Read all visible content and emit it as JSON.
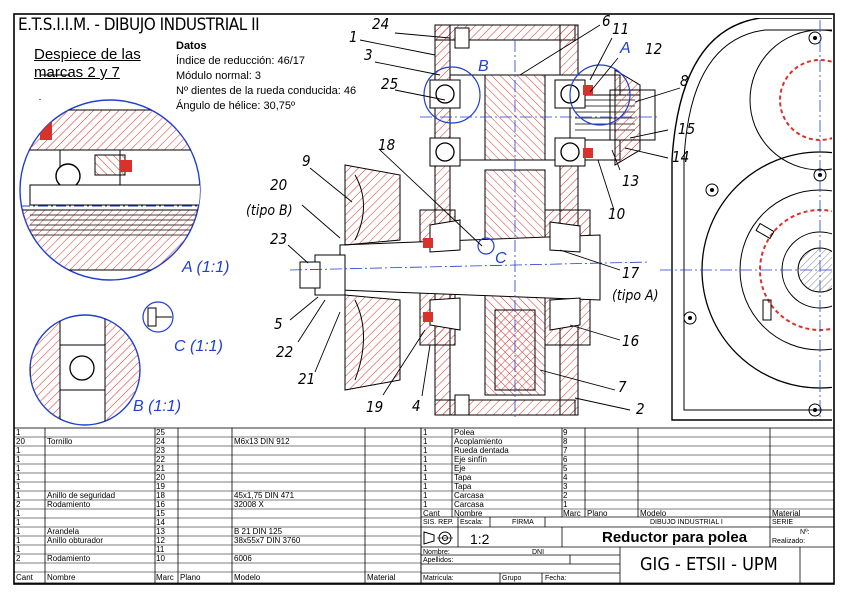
{
  "header": {
    "school": "E.T.S.I.I.M. - DIBUJO INDUSTRIAL II",
    "subtitle_line1": "Despiece de las",
    "subtitle_line2": "marcas 2 y 7"
  },
  "datos": {
    "title": "Datos",
    "reduction": "Índice de reducción: 46/17",
    "module": "Módulo normal: 3",
    "teeth": "Nº dientes de la rueda conducida: 46",
    "helix": "Ángulo de hélice: 30,75º"
  },
  "details": {
    "a": "A (1:1)",
    "b": "B (1:1)",
    "c": "C (1:1)",
    "a_mark": "A",
    "b_mark": "B",
    "c_mark": "C"
  },
  "callouts": [
    "1",
    "2",
    "3",
    "4",
    "5",
    "6",
    "7",
    "8",
    "9",
    "10",
    "11",
    "12",
    "13",
    "14",
    "15",
    "16",
    "17",
    "18",
    "19",
    "20",
    "21",
    "22",
    "23",
    "24",
    "25"
  ],
  "callout_notes": {
    "tipo_a": "(tipo A)",
    "tipo_b": "(tipo B)"
  },
  "parts_left": {
    "rows": [
      {
        "cant": "1",
        "nombre": "",
        "marca": "25",
        "plano": "",
        "modelo": "",
        "material": ""
      },
      {
        "cant": "20",
        "nombre": "Tornillo",
        "marca": "24",
        "plano": "",
        "modelo": "M6x13 DIN 912",
        "material": ""
      },
      {
        "cant": "1",
        "nombre": "",
        "marca": "23",
        "plano": "",
        "modelo": "",
        "material": ""
      },
      {
        "cant": "1",
        "nombre": "",
        "marca": "22",
        "plano": "",
        "modelo": "",
        "material": ""
      },
      {
        "cant": "1",
        "nombre": "",
        "marca": "21",
        "plano": "",
        "modelo": "",
        "material": ""
      },
      {
        "cant": "1",
        "nombre": "",
        "marca": "20",
        "plano": "",
        "modelo": "",
        "material": ""
      },
      {
        "cant": "1",
        "nombre": "",
        "marca": "19",
        "plano": "",
        "modelo": "",
        "material": ""
      },
      {
        "cant": "1",
        "nombre": "Anillo de seguridad",
        "marca": "18",
        "plano": "",
        "modelo": "45x1,75 DIN 471",
        "material": ""
      },
      {
        "cant": "2",
        "nombre": "Rodamiento",
        "marca": "16",
        "plano": "",
        "modelo": "32008 X",
        "material": ""
      },
      {
        "cant": "1",
        "nombre": "",
        "marca": "15",
        "plano": "",
        "modelo": "",
        "material": ""
      },
      {
        "cant": "1",
        "nombre": "",
        "marca": "14",
        "plano": "",
        "modelo": "",
        "material": ""
      },
      {
        "cant": "1",
        "nombre": "Arandela",
        "marca": "13",
        "plano": "",
        "modelo": "B 21 DIN 125",
        "material": ""
      },
      {
        "cant": "1",
        "nombre": "Anillo obturador",
        "marca": "12",
        "plano": "",
        "modelo": "38x55x7 DIN 3760",
        "material": ""
      },
      {
        "cant": "1",
        "nombre": "",
        "marca": "11",
        "plano": "",
        "modelo": "",
        "material": ""
      },
      {
        "cant": "2",
        "nombre": "Rodamiento",
        "marca": "10",
        "plano": "",
        "modelo": "6006",
        "material": ""
      }
    ],
    "headers": {
      "cant": "Cant",
      "nombre": "Nombre",
      "marca": "Marc",
      "plano": "Plano",
      "modelo": "Modelo",
      "material": "Material"
    }
  },
  "parts_right": {
    "rows": [
      {
        "cant": "1",
        "nombre": "Polea",
        "marca": "9"
      },
      {
        "cant": "1",
        "nombre": "Acoplamiento",
        "marca": "8"
      },
      {
        "cant": "1",
        "nombre": "Rueda dentada",
        "marca": "7"
      },
      {
        "cant": "1",
        "nombre": "Eje sinfín",
        "marca": "6"
      },
      {
        "cant": "1",
        "nombre": "Eje",
        "marca": "5"
      },
      {
        "cant": "1",
        "nombre": "Tapa",
        "marca": "4"
      },
      {
        "cant": "1",
        "nombre": "Tapa",
        "marca": "3"
      },
      {
        "cant": "1",
        "nombre": "Carcasa",
        "marca": "2"
      },
      {
        "cant": "1",
        "nombre": "Carcasa",
        "marca": "1"
      }
    ],
    "headers": {
      "cant": "Cant",
      "nombre": "Nombre",
      "marca": "Marc",
      "plano": "Plano",
      "modelo": "Modelo",
      "material": "Material"
    }
  },
  "title_block": {
    "sis_rep": "SIS. REP.",
    "escala_label": "Escala:",
    "escala_value": "1:2",
    "firma": "FIRMA",
    "course": "DIBUJO INDUSTRIAL I",
    "title": "Reductor para polea",
    "serie": "SERIE",
    "numero": "Nº:",
    "realizado": "Realizado:",
    "nombre": "Nombre:",
    "apellidos": "Apellidos:",
    "matricula": "Matrícula:",
    "grupo": "Grupo",
    "fecha": "Fecha:",
    "dni": "DNI",
    "school": "GIG - ETSII - UPM"
  }
}
